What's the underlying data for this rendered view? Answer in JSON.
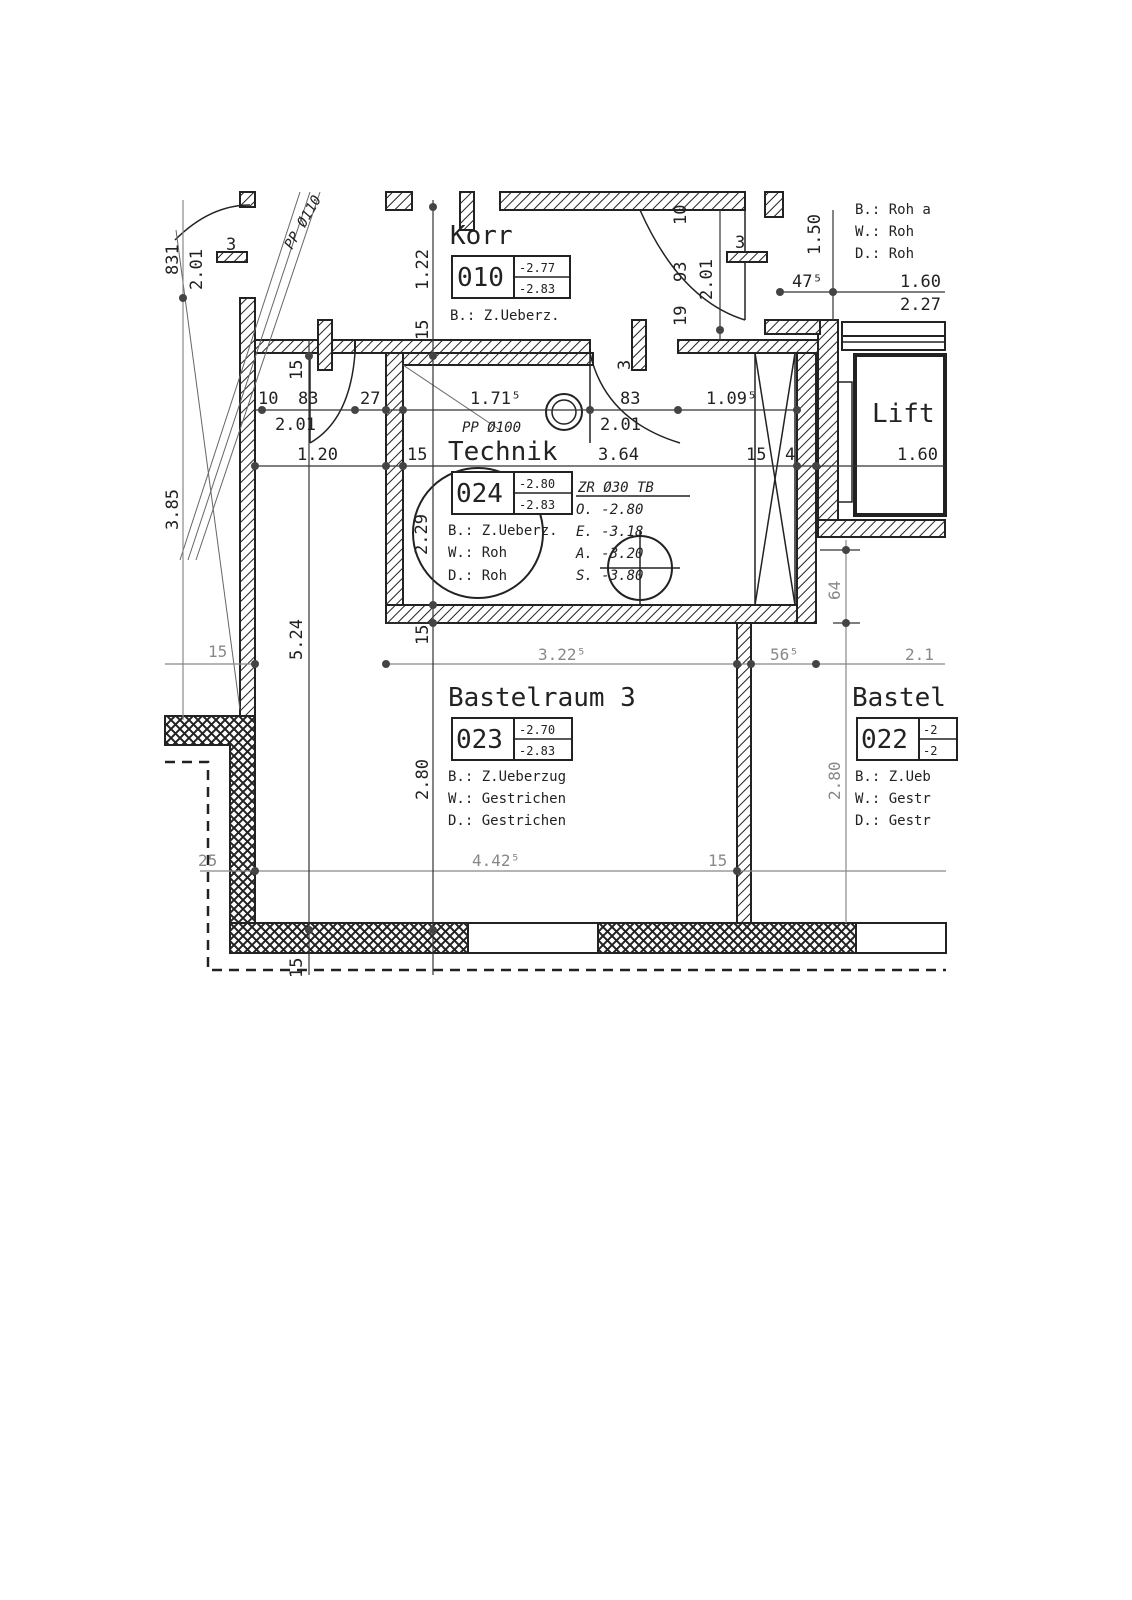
{
  "rooms": {
    "korr": {
      "name": "Korr",
      "number": "010",
      "h1": "-2.77",
      "h2": "-2.83",
      "b": "B.: Z.Ueberz."
    },
    "technik": {
      "name": "Technik",
      "number": "024",
      "h1": "-2.80",
      "h2": "-2.83",
      "b": "B.: Z.Ueberz.",
      "w": "W.: Roh",
      "d": "D.: Roh"
    },
    "bastel3": {
      "name": "Bastelraum 3",
      "number": "023",
      "h1": "-2.70",
      "h2": "-2.83",
      "b": "B.: Z.Ueberzug",
      "w": "W.: Gestrichen",
      "d": "D.: Gestrichen"
    },
    "bastel_right": {
      "name": "Bastel",
      "number": "022",
      "h1": "-2",
      "h2": "-2",
      "b": "B.: Z.Ueb",
      "w": "W.: Gestr",
      "d": "D.: Gestr"
    },
    "top_right": {
      "b": "B.: Roh a",
      "w": "W.: Roh",
      "d": "D.: Roh"
    },
    "lift": {
      "name": "Lift"
    }
  },
  "specs": {
    "pp_top": "PP Ø110",
    "pp_mid": "PP Ø100",
    "zr": "ZR Ø30 TB",
    "zr_o": "O.  -2.80",
    "zr_e": "E.  -3.18",
    "zr_a": "A.  -3.20",
    "zr_s": "S.  -3.80"
  },
  "dimensions": {
    "d_831": "831",
    "d_201_a": "2.01",
    "d_3_a": "3",
    "d_122": "1.22",
    "d_15_a": "15",
    "d_93": "93",
    "d_201_b": "2.01",
    "d_19": "19",
    "d_10_a": "10",
    "d_150": "1.50",
    "d_475": "47⁵",
    "d_160_a": "1.60",
    "d_227": "2.27",
    "d_3_b": "3",
    "d_15_b": "15",
    "d_10_b": "10",
    "d_83_a": "83",
    "d_27": "27",
    "d_1715": "1.71⁵",
    "d_83_b": "83",
    "d_109": "1.09⁵",
    "d_201_c": "2.01",
    "d_201_d": "2.01",
    "d_3_c": "3",
    "d_120": "1.20",
    "d_15_c": "15",
    "d_364": "3.64",
    "d_15_4": "15",
    "d_4": "4",
    "d_160_b": "1.60",
    "d_385": "3.85",
    "d_229": "2.29",
    "d_524": "5.24",
    "d_15_d": "15",
    "d_15_e": "15",
    "d_3225": "3.22⁵",
    "d_565": "56⁵",
    "d_21": "2.1",
    "d_64": "64",
    "d_280_a": "2.80",
    "d_280_b": "2.80",
    "d_25": "25",
    "d_4425": "4.42⁵",
    "d_15_f": "15",
    "d_15_g": "15"
  }
}
